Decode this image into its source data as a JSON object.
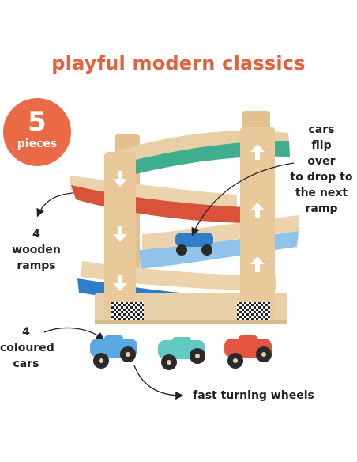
{
  "header": {
    "title": "playful modern classics"
  },
  "badge": {
    "number": "5",
    "label": "pieces"
  },
  "callouts": {
    "cars_flip": [
      "cars",
      "flip",
      "over",
      "to drop to",
      "the next",
      "ramp"
    ],
    "ramps": [
      "4",
      "wooden",
      "ramps"
    ],
    "coloured_cars": [
      "4",
      "coloured",
      "cars"
    ],
    "wheels": "fast turning wheels"
  },
  "colors": {
    "accent": "#e0623e",
    "ramp_green": "#3fae8c",
    "ramp_red": "#d9523a",
    "ramp_lightblue": "#8fc3ea",
    "ramp_blue": "#2f7fc8",
    "wood": "#e5c89b",
    "car_blue": "#5aa9e0",
    "car_teal": "#63c9c4",
    "car_red": "#e4553f",
    "wheel": "#2a2a2a"
  },
  "icons": [
    "up-arrow-icon",
    "down-arrow-icon",
    "checkered-flag-icon",
    "curved-arrow-icon"
  ]
}
